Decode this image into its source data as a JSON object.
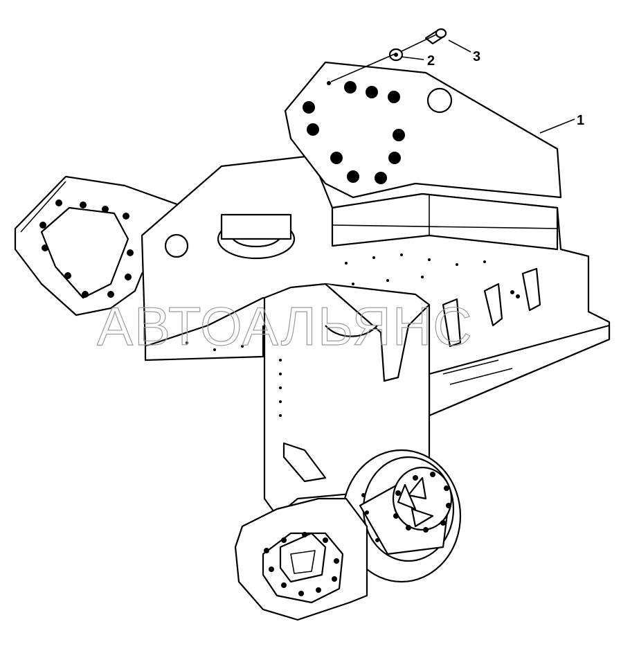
{
  "callouts": [
    {
      "id": "1",
      "label": "1"
    },
    {
      "id": "2",
      "label": "2"
    },
    {
      "id": "3",
      "label": "3"
    }
  ],
  "watermark": "АВТОАЛЬЯНС",
  "colors": {
    "line": "#000000",
    "background": "#ffffff",
    "watermark": "#9a9a9a"
  }
}
